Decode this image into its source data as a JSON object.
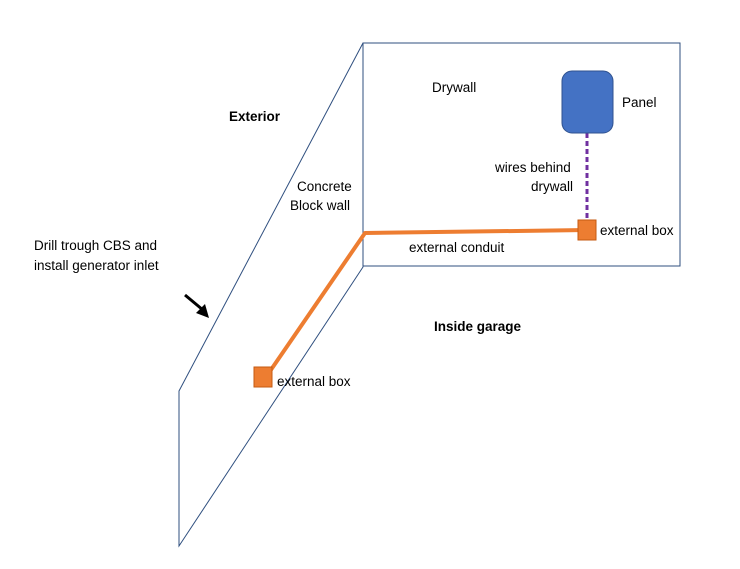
{
  "labels": {
    "exterior": "Exterior",
    "drywall": "Drywall",
    "panel": "Panel",
    "concrete_block_wall": [
      "Concrete",
      "Block wall"
    ],
    "wires_behind_drywall": [
      "wires behind",
      "drywall"
    ],
    "external_box_right": "external box",
    "external_conduit": "external conduit",
    "drill_instruction": [
      "Drill trough  CBS and",
      "install generator inlet"
    ],
    "inside_garage": "Inside garage",
    "external_box_left": "external box"
  },
  "colors": {
    "wall_outline": "#2f4f7f",
    "conduit": "#ed7d31",
    "box_fill": "#ed7d31",
    "box_stroke": "#c55a11",
    "panel_fill": "#4472c4",
    "panel_stroke": "#2f528f",
    "wires": "#7030a0",
    "arrow": "#000000"
  },
  "icons": {
    "arrow": "arrow-down-right-icon"
  }
}
